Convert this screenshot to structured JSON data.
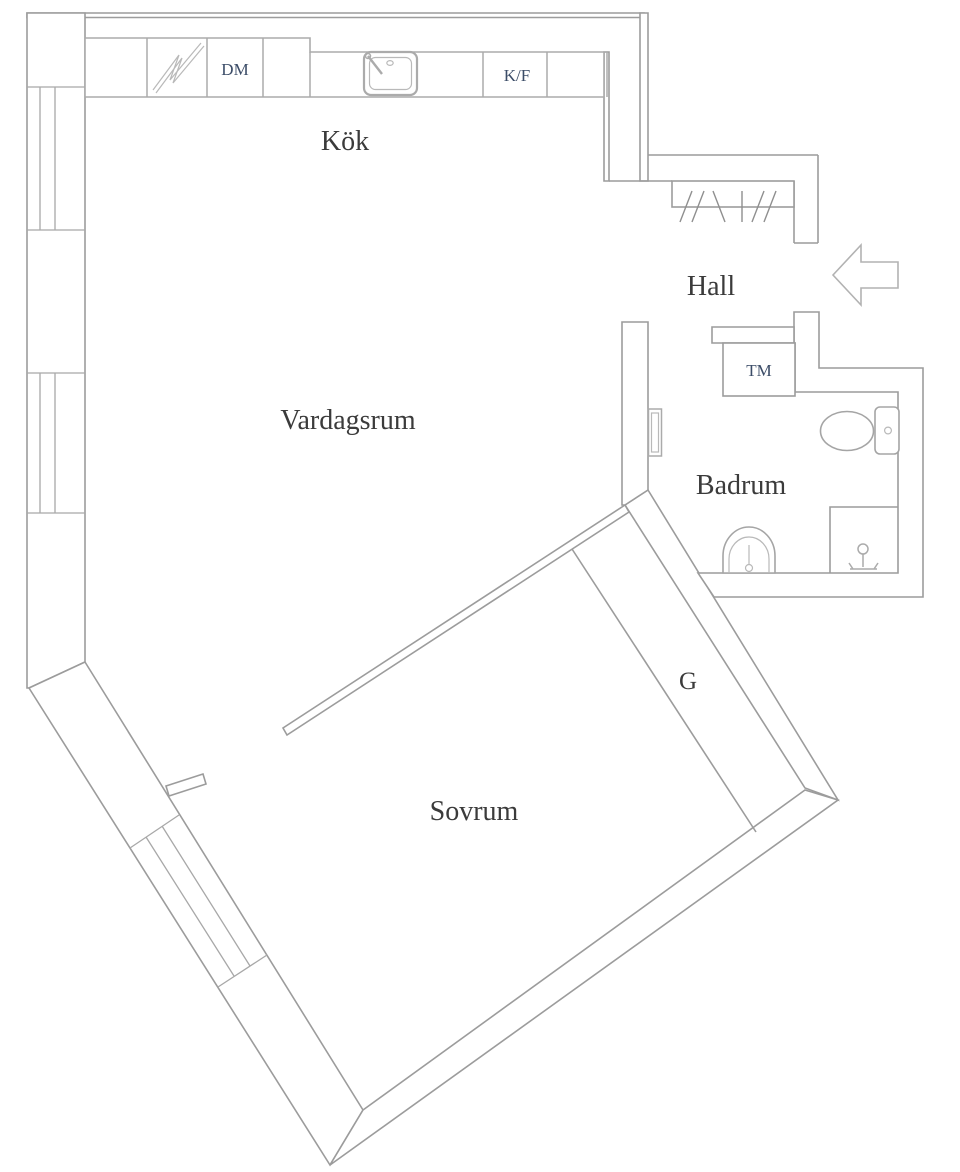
{
  "floorplan": {
    "title": "apartment-floor-plan",
    "rooms": {
      "kitchen": {
        "label": "Kök"
      },
      "living": {
        "label": "Vardagsrum"
      },
      "hall": {
        "label": "Hall"
      },
      "bathroom": {
        "label": "Badrum"
      },
      "bedroom": {
        "label": "Sovrum"
      },
      "closet": {
        "label": "G"
      }
    },
    "appliances": {
      "dishwasher": {
        "label": "DM"
      },
      "fridge_freezer": {
        "label": "K/F"
      },
      "washing_machine": {
        "label": "TM"
      }
    },
    "icons": [
      "stove-icon",
      "kitchen-sink-icon",
      "coat-rack-icon",
      "entrance-arrow-icon",
      "radiator-icon",
      "toilet-icon",
      "washbasin-icon",
      "shower-icon",
      "window-icon"
    ],
    "colors": {
      "background": "#ffffff",
      "wall_line": "#9c9c9c",
      "fixture_line": "#ababab",
      "room_label": "#3b3b3b",
      "appliance_label": "#3c4d68"
    }
  }
}
